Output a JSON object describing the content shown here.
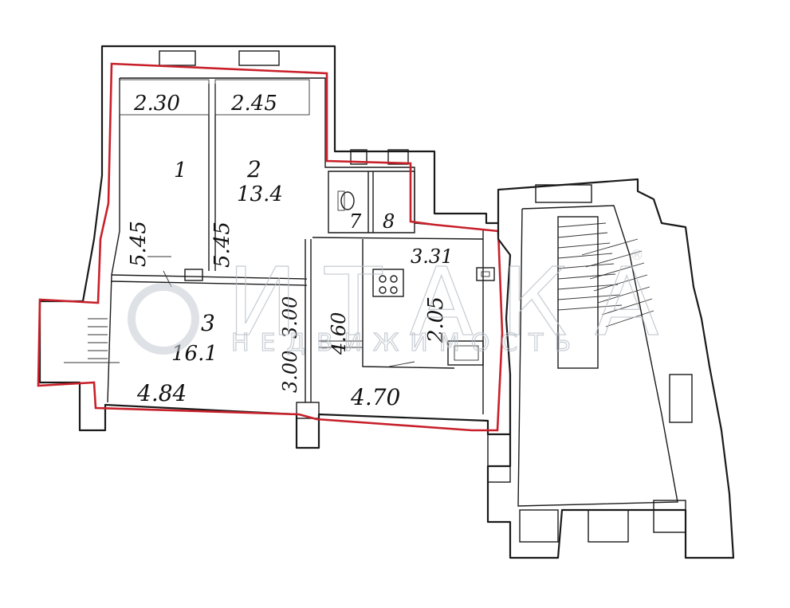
{
  "plan": {
    "dimensions": {
      "room1_width": "2.30",
      "room2_width": "2.45",
      "room1_length": "5.45",
      "room2_length": "5.45",
      "room3_width": "4.84",
      "room3_depth": "3.00",
      "corridor_length": "4.60",
      "corridor_width": "3.00",
      "kitchen_width": "3.31",
      "kitchen_length": "4.70",
      "kitchen_depth": "2.05"
    },
    "rooms": [
      {
        "number": "1",
        "area": ""
      },
      {
        "number": "2",
        "area": "13.4"
      },
      {
        "number": "3",
        "area": "16.1"
      },
      {
        "number": "7",
        "area": ""
      },
      {
        "number": "8",
        "area": ""
      }
    ]
  },
  "watermark": {
    "brand": "ИТАКА",
    "registered": "®",
    "tagline": "НЕДВИЖИМОСТЬ"
  },
  "colors": {
    "boundary": "#c8202a",
    "line": "#1a1a1a",
    "watermark": "#b9c0c8"
  }
}
